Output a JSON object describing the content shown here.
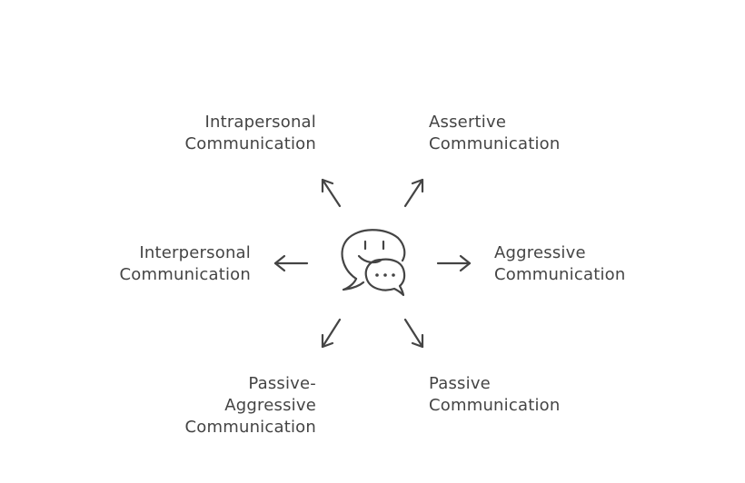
{
  "center_icon": "chat-bubbles-icon",
  "colors": {
    "stroke": "#444444",
    "text": "#444444",
    "background": "#ffffff"
  },
  "nodes": {
    "intrapersonal": {
      "line1": "Intrapersonal",
      "line2": "Communication"
    },
    "assertive": {
      "line1": "Assertive",
      "line2": "Communication"
    },
    "interpersonal": {
      "line1": "Interpersonal",
      "line2": "Communication"
    },
    "aggressive": {
      "line1": "Aggressive",
      "line2": "Communication"
    },
    "passive_aggressive": {
      "line1": "Passive-",
      "line2": "Aggressive",
      "line3": "Communication"
    },
    "passive": {
      "line1": "Passive",
      "line2": "Communication"
    }
  }
}
